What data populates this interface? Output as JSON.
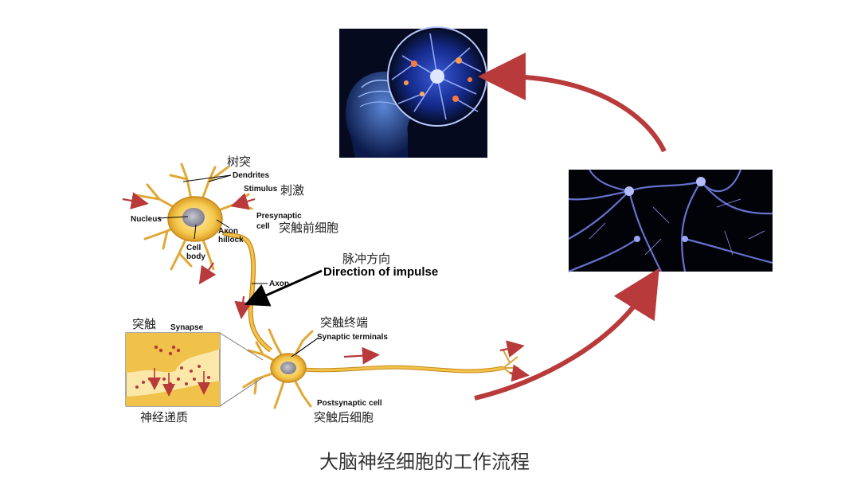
{
  "caption": "大脑神经细胞的工作流程",
  "neuron_labels": {
    "dendrites_zh": "树突",
    "dendrites": "Dendrites",
    "stimulus": "Stimulus",
    "stimulus_zh": "刺激",
    "nucleus": "Nucleus",
    "cell_body_1": "Cell",
    "cell_body_2": "body",
    "axon_hillock_1": "Axon",
    "axon_hillock_2": "hillock",
    "presynaptic_1": "Presynaptic",
    "presynaptic_2": "cell",
    "presynaptic_zh": "突触前细胞",
    "direction_zh": "脉冲方向",
    "direction": "Direction of impulse",
    "axon": "Axon",
    "synapse_zh": "突触",
    "synapse": "Synapse",
    "synaptic_terminals_zh": "突触终端",
    "synaptic_terminals": "Synaptic terminals",
    "postsynaptic": "Postsynaptic cell",
    "postsynaptic_zh": "突触后细胞",
    "neurotransmitter_zh": "神经递质"
  },
  "colors": {
    "neuron_fill": "#f2c24a",
    "neuron_stroke": "#c88a1c",
    "arrow_red": "#b83a3a",
    "image_bg": "#050a1e",
    "neuron_glow": "#6b78d8"
  }
}
